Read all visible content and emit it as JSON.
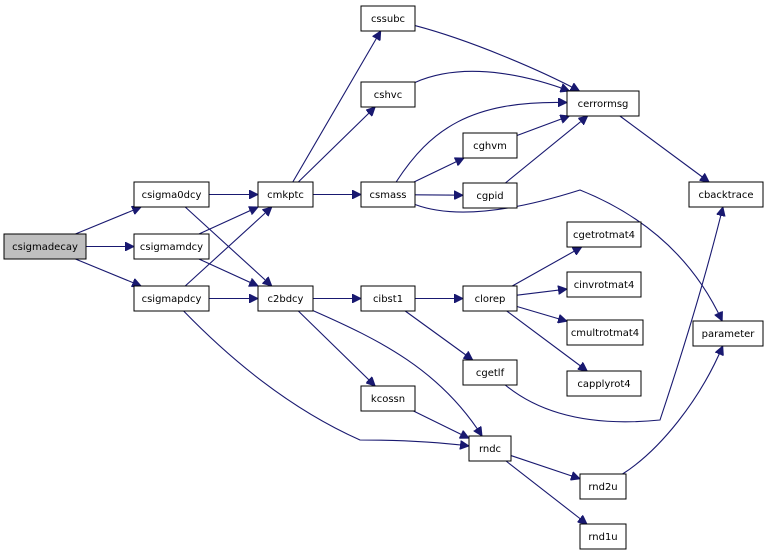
{
  "nodes": [
    {
      "id": "csigmadecay",
      "label": "csigmadecay",
      "root": true
    },
    {
      "id": "csigma0dcy",
      "label": "csigma0dcy"
    },
    {
      "id": "csigmamdcy",
      "label": "csigmamdcy"
    },
    {
      "id": "csigmapdcy",
      "label": "csigmapdcy"
    },
    {
      "id": "cmkptc",
      "label": "cmkptc"
    },
    {
      "id": "c2bdcy",
      "label": "c2bdcy"
    },
    {
      "id": "cssubc",
      "label": "cssubc"
    },
    {
      "id": "cshvc",
      "label": "cshvc"
    },
    {
      "id": "csmass",
      "label": "csmass"
    },
    {
      "id": "cerrormsg",
      "label": "cerrormsg"
    },
    {
      "id": "cghvm",
      "label": "cghvm"
    },
    {
      "id": "cgpid",
      "label": "cgpid"
    },
    {
      "id": "cbacktrace",
      "label": "cbacktrace"
    },
    {
      "id": "cibst1",
      "label": "cibst1"
    },
    {
      "id": "clorep",
      "label": "clorep"
    },
    {
      "id": "cgetrotmat4",
      "label": "cgetrotmat4"
    },
    {
      "id": "cinvrotmat4",
      "label": "cinvrotmat4"
    },
    {
      "id": "cmultrotmat4",
      "label": "cmultrotmat4"
    },
    {
      "id": "capplyrot4",
      "label": "capplyrot4"
    },
    {
      "id": "cgetlf",
      "label": "cgetlf"
    },
    {
      "id": "kcossn",
      "label": "kcossn"
    },
    {
      "id": "rndc",
      "label": "rndc"
    },
    {
      "id": "rnd2u",
      "label": "rnd2u"
    },
    {
      "id": "rnd1u",
      "label": "rnd1u"
    },
    {
      "id": "parameter",
      "label": "parameter"
    }
  ],
  "edges": [
    {
      "from": "csigmadecay",
      "to": "csigma0dcy"
    },
    {
      "from": "csigmadecay",
      "to": "csigmamdcy"
    },
    {
      "from": "csigmadecay",
      "to": "csigmapdcy"
    },
    {
      "from": "csigma0dcy",
      "to": "cmkptc"
    },
    {
      "from": "csigma0dcy",
      "to": "c2bdcy"
    },
    {
      "from": "csigmamdcy",
      "to": "cmkptc"
    },
    {
      "from": "csigmamdcy",
      "to": "c2bdcy"
    },
    {
      "from": "csigmapdcy",
      "to": "cmkptc"
    },
    {
      "from": "csigmapdcy",
      "to": "c2bdcy"
    },
    {
      "from": "csigmapdcy",
      "to": "rndc"
    },
    {
      "from": "cmkptc",
      "to": "cssubc"
    },
    {
      "from": "cmkptc",
      "to": "cshvc"
    },
    {
      "from": "cmkptc",
      "to": "csmass"
    },
    {
      "from": "cssubc",
      "to": "cerrormsg"
    },
    {
      "from": "cshvc",
      "to": "cerrormsg"
    },
    {
      "from": "csmass",
      "to": "cerrormsg"
    },
    {
      "from": "csmass",
      "to": "cghvm"
    },
    {
      "from": "csmass",
      "to": "cgpid"
    },
    {
      "from": "csmass",
      "to": "parameter"
    },
    {
      "from": "cghvm",
      "to": "cerrormsg"
    },
    {
      "from": "cgpid",
      "to": "cerrormsg"
    },
    {
      "from": "cerrormsg",
      "to": "cbacktrace"
    },
    {
      "from": "c2bdcy",
      "to": "cibst1"
    },
    {
      "from": "c2bdcy",
      "to": "kcossn"
    },
    {
      "from": "c2bdcy",
      "to": "rndc"
    },
    {
      "from": "cibst1",
      "to": "clorep"
    },
    {
      "from": "cibst1",
      "to": "cgetlf"
    },
    {
      "from": "clorep",
      "to": "cgetrotmat4"
    },
    {
      "from": "clorep",
      "to": "cinvrotmat4"
    },
    {
      "from": "clorep",
      "to": "cmultrotmat4"
    },
    {
      "from": "clorep",
      "to": "capplyrot4"
    },
    {
      "from": "cgetlf",
      "to": "cbacktrace"
    },
    {
      "from": "kcossn",
      "to": "rndc"
    },
    {
      "from": "rndc",
      "to": "rnd2u"
    },
    {
      "from": "rndc",
      "to": "rnd1u"
    },
    {
      "from": "rnd2u",
      "to": "parameter"
    }
  ],
  "colors": {
    "edge": "#191970",
    "node_border": "#000000",
    "root_fill": "#bfbfbf",
    "node_fill": "#ffffff"
  }
}
